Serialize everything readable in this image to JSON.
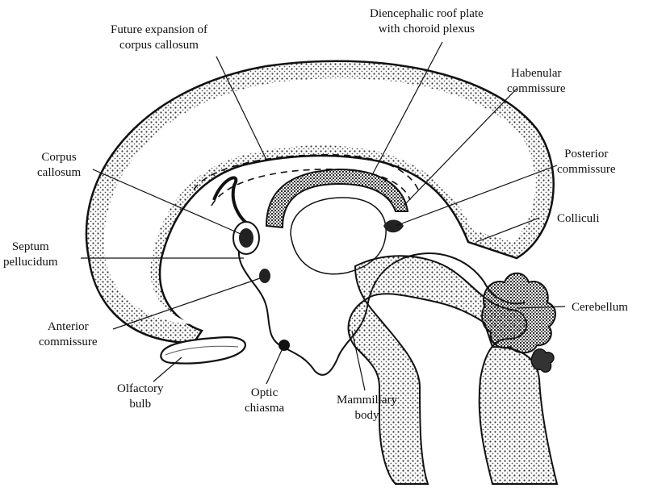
{
  "labels": {
    "future_expansion": [
      "Future expansion of",
      "corpus callosum"
    ],
    "diencephalic_roof": [
      "Diencephalic roof plate",
      "with choroid plexus"
    ],
    "habenular": [
      "Habenular",
      "commissure"
    ],
    "corpus_callosum": [
      "Corpus",
      "callosum"
    ],
    "posterior_commissure": [
      "Posterior",
      "commissure"
    ],
    "colliculi": [
      "Colliculi"
    ],
    "septum_pellucidum": [
      "Septum",
      "pellucidum"
    ],
    "cerebellum": [
      "Cerebellum"
    ],
    "anterior_commissure": [
      "Anterior",
      "commissure"
    ],
    "olfactory_bulb": [
      "Olfactory",
      "bulb"
    ],
    "optic_chiasma": [
      "Optic",
      "chiasma"
    ],
    "mammillary_body": [
      "Mammillary",
      "body"
    ]
  },
  "colors": {
    "ink": "#111111",
    "stipple": "#4a4a4a",
    "background": "#ffffff"
  }
}
